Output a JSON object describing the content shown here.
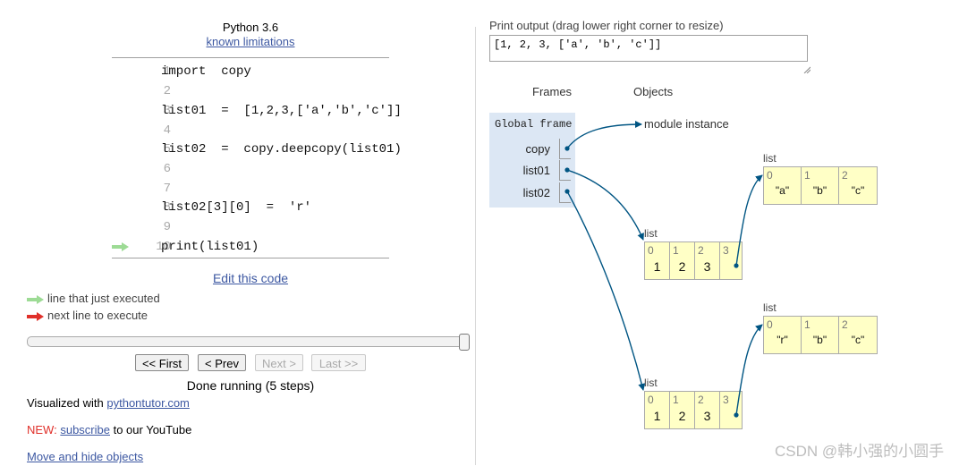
{
  "header": {
    "language": "Python 3.6",
    "limitations_link": "known limitations"
  },
  "code": {
    "lines": [
      {
        "num": "1",
        "text": "import  copy"
      },
      {
        "num": "2",
        "text": ""
      },
      {
        "num": "3",
        "text": "list01  =  [1,2,3,['a','b','c']]"
      },
      {
        "num": "4",
        "text": ""
      },
      {
        "num": "5",
        "text": "list02  =  copy.deepcopy(list01)"
      },
      {
        "num": "6",
        "text": ""
      },
      {
        "num": "7",
        "text": ""
      },
      {
        "num": "8",
        "text": "list02[3][0]  =  'r'"
      },
      {
        "num": "9",
        "text": ""
      },
      {
        "num": "10",
        "text": "print(list01)"
      }
    ]
  },
  "edit_link": "Edit this code",
  "legend": {
    "just_executed": "line that just executed",
    "next_line": "next line to execute",
    "just_executed_color": "#9ddb95",
    "next_line_color": "#e0302a"
  },
  "nav": {
    "first": "<< First",
    "prev": "< Prev",
    "next": "Next >",
    "last": "Last >>"
  },
  "status": "Done running (5 steps)",
  "footer": {
    "visualized_prefix": "Visualized with ",
    "visualized_link": "pythontutor.com",
    "new_label": "NEW:",
    "subscribe_link": "subscribe",
    "subscribe_suffix": " to our YouTube",
    "move_hide_link": "Move and hide objects"
  },
  "output": {
    "label": "Print output (drag lower right corner to resize)",
    "text": "[1, 2, 3, ['a', 'b', 'c']]"
  },
  "viz": {
    "frames_header": "Frames",
    "objects_header": "Objects",
    "global_frame": "Global frame",
    "vars": [
      "copy",
      "list01",
      "list02"
    ],
    "module_label": "module instance",
    "list_label": "list",
    "list01": {
      "indices": [
        "0",
        "1",
        "2",
        "3"
      ],
      "values": [
        "1",
        "2",
        "3",
        ""
      ]
    },
    "list01_inner": {
      "indices": [
        "0",
        "1",
        "2"
      ],
      "values": [
        "\"a\"",
        "\"b\"",
        "\"c\""
      ]
    },
    "list02": {
      "indices": [
        "0",
        "1",
        "2",
        "3"
      ],
      "values": [
        "1",
        "2",
        "3",
        ""
      ]
    },
    "list02_inner": {
      "indices": [
        "0",
        "1",
        "2"
      ],
      "values": [
        "\"r\"",
        "\"b\"",
        "\"c\""
      ]
    },
    "frame_color": "#dce7f4",
    "list_color": "#ffffc6",
    "pointer_color": "#005583"
  },
  "watermark": "CSDN @韩小强的小圆手"
}
